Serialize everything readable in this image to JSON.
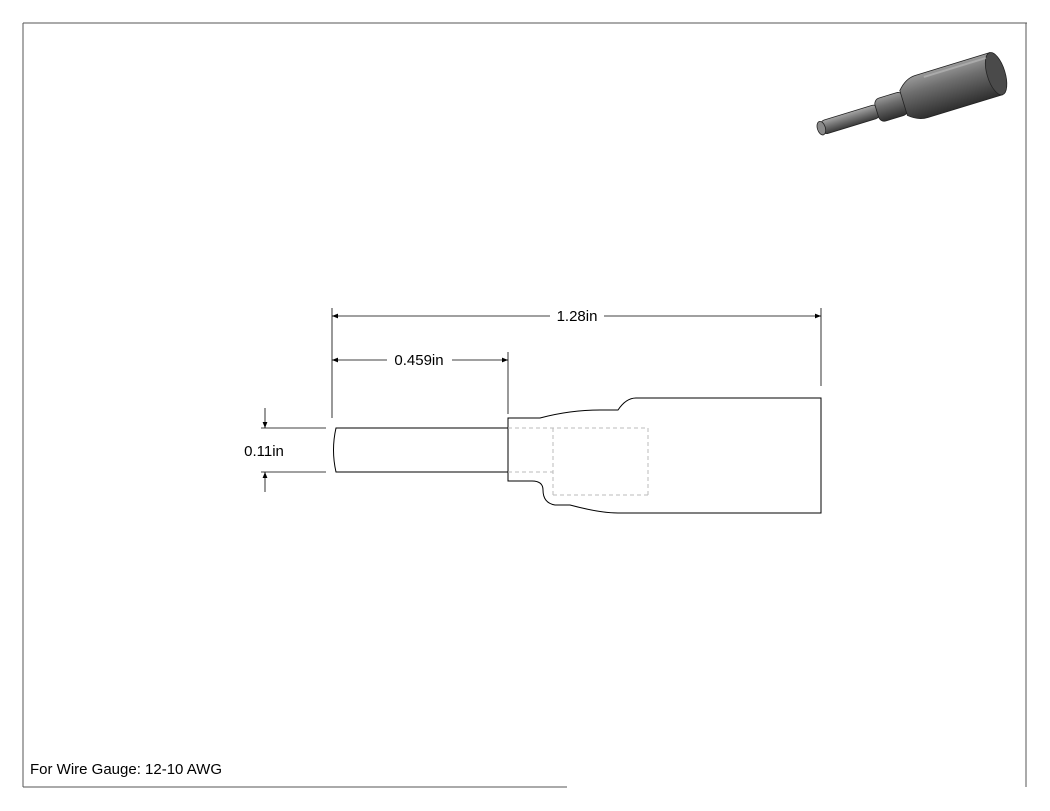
{
  "dimensions": {
    "overall_length": "1.28in",
    "pin_length": "0.459in",
    "pin_diameter": "0.11in"
  },
  "footer": {
    "wire_gauge_note": "For Wire Gauge: 12-10 AWG"
  }
}
